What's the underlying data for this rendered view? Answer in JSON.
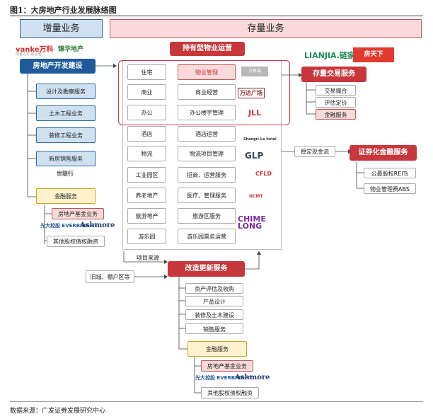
{
  "title": "图1：大房地产行业发展脉络图",
  "source": "数据来源：广发证券发展研究中心",
  "headers": {
    "incremental": "增量业务",
    "stock": "存量业务"
  },
  "logos": {
    "vanke": "vanke万科",
    "vanke_sub": "前者之可·前进者",
    "zhongliang": "锦华地产",
    "shilian": "世联行",
    "lianjia": "LIANJIA.链家",
    "fang": "房天下\nFang.com",
    "wanxiang": "万象城",
    "wanda": "万达广场",
    "jll": "JLL",
    "shangrila": "Shangri-La hotel",
    "glp": "GLP",
    "cfld": "CFLD",
    "ncmt": "NCMT",
    "chimelong": "CHIME LONG",
    "everbright": "光大控股 EVERBRIGHT",
    "ashmore": "Ashmore"
  },
  "left": {
    "main": "房地产开发建设",
    "items": [
      "设计及勘察服务",
      "土木工程业务",
      "装修工程业务",
      "新房销售服务"
    ],
    "finance": "金融服务",
    "fin_fund": "房地产基金业务",
    "fin_other": "其他股权债权融资"
  },
  "center": {
    "title": "持有型物业运营",
    "rows": [
      {
        "type": "住宅",
        "service": "物业管理"
      },
      {
        "type": "商业",
        "service": "商业经营"
      },
      {
        "type": "办公",
        "service": "办公楼宇管理"
      },
      {
        "type": "酒店",
        "service": "酒店运营"
      },
      {
        "type": "物流",
        "service": "物流项目管理"
      },
      {
        "type": "工业园区",
        "service": "招商、运营服务"
      },
      {
        "type": "养老地产",
        "service": "医疗、管理服务"
      },
      {
        "type": "旅游地产",
        "service": "旅游区服务"
      },
      {
        "type": "游乐园",
        "service": "游乐园票务运营"
      }
    ],
    "project_source": "项目来源"
  },
  "right": {
    "trade": "存量交易服务",
    "trade_items": [
      "交易撮合",
      "评估定价",
      "金融服务"
    ],
    "cashflow": "稳定现金流",
    "sec": "证券化金融服务",
    "sec_items": [
      "公募股权REITs",
      "物业管理费ABS"
    ]
  },
  "renew": {
    "from": "旧城、棚户区等",
    "title": "改造更新服务",
    "items": [
      "资产评估及收购",
      "产品设计",
      "装修及土木建设",
      "销售服务"
    ],
    "finance": "金融服务",
    "fin_fund": "房地产基金业务",
    "fin_other": "其他股权债权融资"
  }
}
